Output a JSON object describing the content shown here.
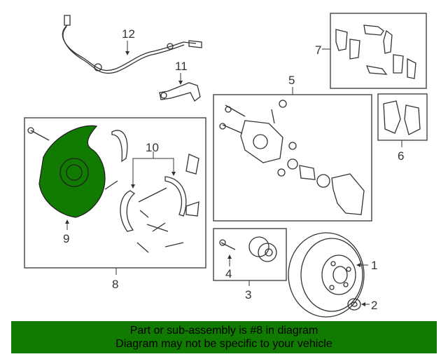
{
  "diagram": {
    "callouts": {
      "c1": "1",
      "c2": "2",
      "c3": "3",
      "c4": "4",
      "c5": "5",
      "c6": "6",
      "c7": "7",
      "c8": "8",
      "c9": "9",
      "c10": "10",
      "c11": "11",
      "c12": "12"
    },
    "colors": {
      "highlight": "#117a00",
      "line": "#333333"
    }
  },
  "footer": {
    "line1": "Part or sub-assembly is #8 in diagram",
    "line2": "Diagram may not be specific to your vehicle"
  }
}
